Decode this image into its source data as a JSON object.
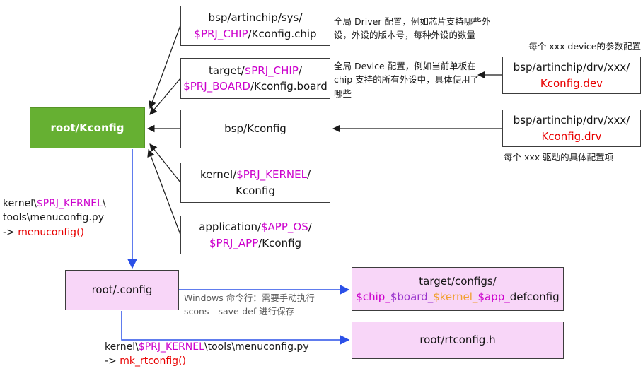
{
  "colors": {
    "green_box_bg": "#66b032",
    "pink_box_bg": "#f8d6f8",
    "variable_magenta": "#cc00cc",
    "highlight_red": "#e80000",
    "board_purple": "#9933cc",
    "kernel_orange": "#f0a030",
    "arrow_blue": "#2b50e8",
    "arrow_black": "#1a1a1a",
    "note_gray": "#595959"
  },
  "root": {
    "label": "root/Kconfig"
  },
  "sources": {
    "chip": {
      "l1": "bsp/artinchip/sys/",
      "l2a": "$PRJ_CHIP",
      "l2b": "/Kconfig.chip"
    },
    "board": {
      "l1a": "target/",
      "l1b": "$PRJ_CHIP",
      "l1c": "/",
      "l2a": "$PRJ_BOARD",
      "l2b": "/Kconfig.board"
    },
    "bsp": {
      "l1": "bsp/Kconfig"
    },
    "kernel": {
      "l1a": "kernel/",
      "l1b": "$PRJ_KERNEL",
      "l1c": "/",
      "l2": "Kconfig"
    },
    "app": {
      "l1a": "application/",
      "l1b": "$APP_OS",
      "l1c": "/",
      "l2a": "$PRJ_APP",
      "l2b": "/Kconfig"
    }
  },
  "drv_boxes": {
    "dev": {
      "l1": "bsp/artinchip/drv/xxx/",
      "l2": "Kconfig.dev"
    },
    "drv": {
      "l1": "bsp/artinchip/drv/xxx/",
      "l2": "Kconfig.drv"
    }
  },
  "notes": {
    "driver_note": "全局 Driver 配置，例如芯片支持哪些外设，外设的版本号，每种外设的数量",
    "device_note": "全局 Device 配置，例如当前单板在 chip 支持的所有外设中，具体使用了哪些",
    "dev_note": "每个 xxx device的参数配置",
    "drv_note": "每个 xxx 驱动的具体配置项",
    "windows_note_l1": "Windows 命令行：需要手动执行",
    "windows_note_l2": "scons --save-def 进行保存"
  },
  "scripts": {
    "menuconfig": {
      "l1a": "kernel\\",
      "l1b": "$PRJ_KERNEL",
      "l1c": "\\",
      "l2": "tools\\menuconfig.py",
      "l3a": "-> ",
      "l3b": "menuconfig()"
    },
    "mk_rtconfig": {
      "l1a": "kernel\\",
      "l1b": "$PRJ_KERNEL",
      "l1c": "\\tools\\menuconfig.py",
      "l2a": "-> ",
      "l2b": "mk_rtconfig()"
    }
  },
  "outputs": {
    "config": {
      "label": "root/.config"
    },
    "defconfig": {
      "l1": "target/configs/",
      "seg_chip": "$chip_",
      "seg_board": "$board_",
      "seg_kernel": "$kernel_",
      "seg_app": "$app_",
      "seg_tail": "defconfig"
    },
    "rtconfig": {
      "label": "root/rtconfig.h"
    }
  }
}
